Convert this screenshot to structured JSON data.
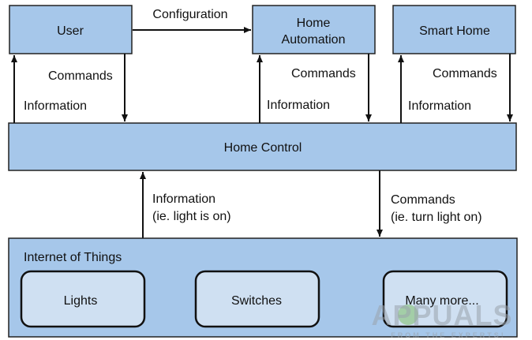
{
  "nodes": {
    "user": "User",
    "home_automation": [
      "Home",
      "Automation"
    ],
    "smart_home": "Smart Home",
    "home_control": "Home Control",
    "iot": "Internet of Things",
    "lights": "Lights",
    "switches": "Switches",
    "many_more": "Many more..."
  },
  "edges": {
    "configuration": "Configuration",
    "commands": "Commands",
    "information": "Information",
    "info_iot": [
      "Information",
      "(ie. light is on)"
    ],
    "commands_iot": [
      "Commands",
      "(ie. turn light on)"
    ]
  },
  "watermark": {
    "brand": "APPUALS",
    "tagline": "FROM THE EXPERTS!"
  },
  "colors": {
    "box_fill": "#a6c7ea",
    "inner_fill": "#cfe0f2",
    "stroke": "#111111"
  }
}
